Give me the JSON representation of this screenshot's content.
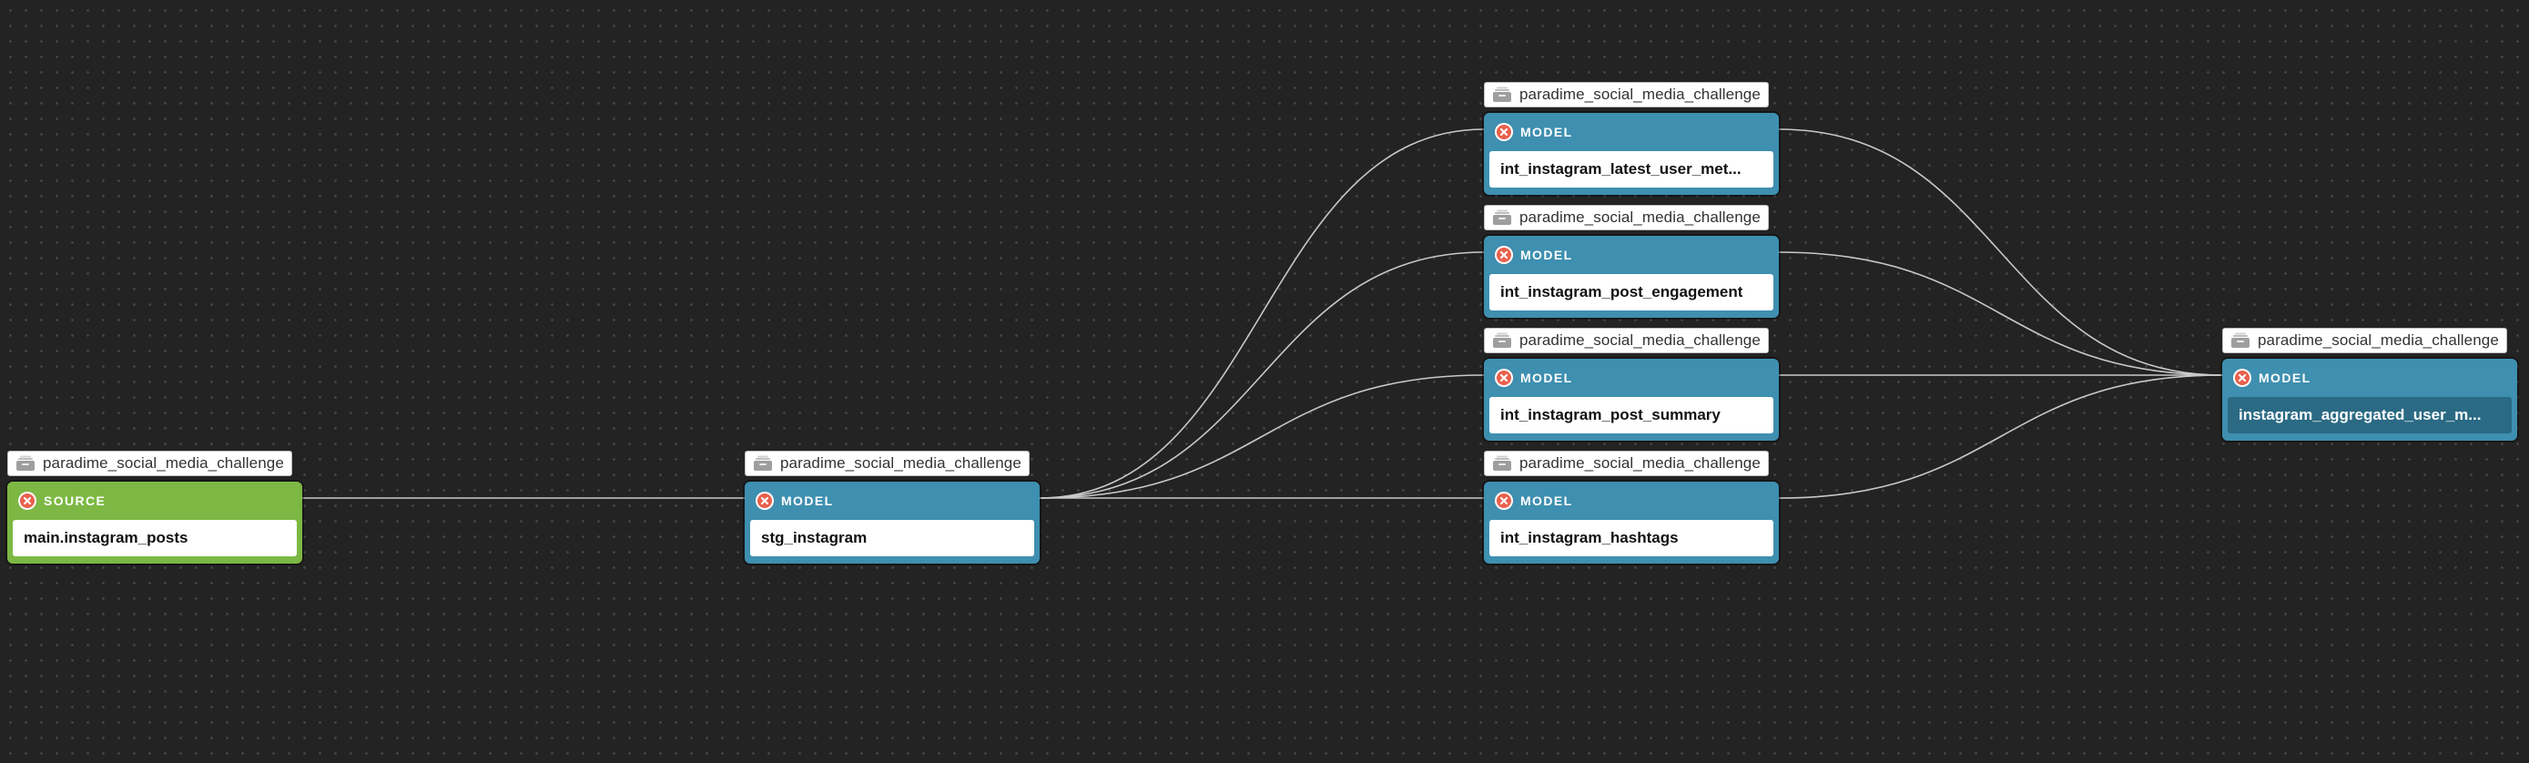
{
  "lineage": {
    "nodes": [
      {
        "id": "main_instagram_posts",
        "project": "paradime_social_media_challenge",
        "type": "SOURCE",
        "name": "main.instagram_posts",
        "selected": false
      },
      {
        "id": "stg_instagram",
        "project": "paradime_social_media_challenge",
        "type": "MODEL",
        "name": "stg_instagram",
        "selected": false
      },
      {
        "id": "int_instagram_latest_user_metrics",
        "project": "paradime_social_media_challenge",
        "type": "MODEL",
        "name": "int_instagram_latest_user_met...",
        "selected": false
      },
      {
        "id": "int_instagram_post_engagement",
        "project": "paradime_social_media_challenge",
        "type": "MODEL",
        "name": "int_instagram_post_engagement",
        "selected": false
      },
      {
        "id": "int_instagram_post_summary",
        "project": "paradime_social_media_challenge",
        "type": "MODEL",
        "name": "int_instagram_post_summary",
        "selected": false
      },
      {
        "id": "int_instagram_hashtags",
        "project": "paradime_social_media_challenge",
        "type": "MODEL",
        "name": "int_instagram_hashtags",
        "selected": false
      },
      {
        "id": "instagram_aggregated_user_metrics",
        "project": "paradime_social_media_challenge",
        "type": "MODEL",
        "name": "instagram_aggregated_user_m...",
        "selected": true
      }
    ],
    "edges": [
      {
        "from": "main_instagram_posts",
        "to": "stg_instagram"
      },
      {
        "from": "stg_instagram",
        "to": "int_instagram_latest_user_metrics"
      },
      {
        "from": "stg_instagram",
        "to": "int_instagram_post_engagement"
      },
      {
        "from": "stg_instagram",
        "to": "int_instagram_post_summary"
      },
      {
        "from": "stg_instagram",
        "to": "int_instagram_hashtags"
      },
      {
        "from": "int_instagram_latest_user_metrics",
        "to": "instagram_aggregated_user_metrics"
      },
      {
        "from": "int_instagram_post_engagement",
        "to": "instagram_aggregated_user_metrics"
      },
      {
        "from": "int_instagram_post_summary",
        "to": "instagram_aggregated_user_metrics"
      },
      {
        "from": "int_instagram_hashtags",
        "to": "instagram_aggregated_user_metrics"
      }
    ]
  },
  "colors": {
    "model": "#3e8fb0",
    "source": "#7cb843",
    "status_error": "#e8604c",
    "edge": "#c9c9c9"
  },
  "icons": {
    "project": "folder-stack-icon",
    "status": "error-x-icon"
  }
}
